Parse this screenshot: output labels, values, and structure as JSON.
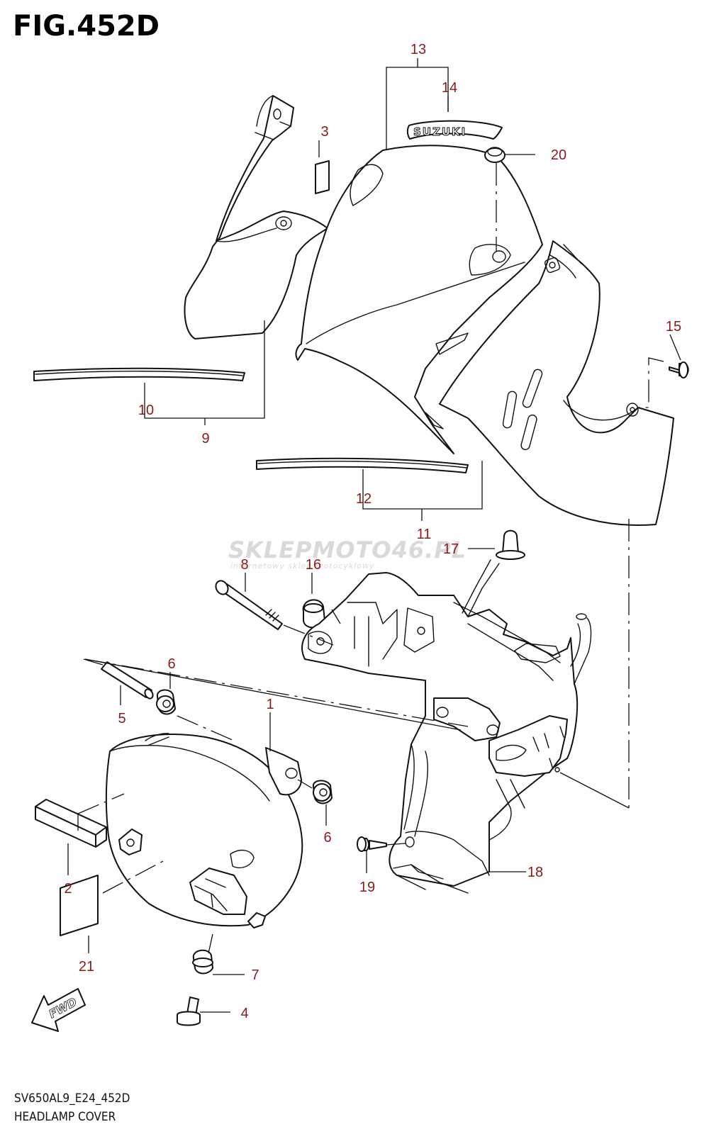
{
  "figure": {
    "title": "FIG.452D",
    "code": "SV650AL9_E24_452D",
    "caption": "HEADLAMP COVER"
  },
  "watermark": {
    "brand": "SKLEPMOTO46.PL",
    "tagline": "internetowy sklep motocyklowy"
  },
  "emblem_text": "SUZUKI",
  "fwd_label": "FWD",
  "callouts": [
    "1",
    "2",
    "3",
    "4",
    "5",
    "6",
    "6",
    "7",
    "8",
    "9",
    "10",
    "11",
    "12",
    "13",
    "14",
    "15",
    "16",
    "17",
    "18",
    "19",
    "20",
    "21"
  ],
  "colors": {
    "callout": "#8b1a1a",
    "line": "#111111"
  }
}
